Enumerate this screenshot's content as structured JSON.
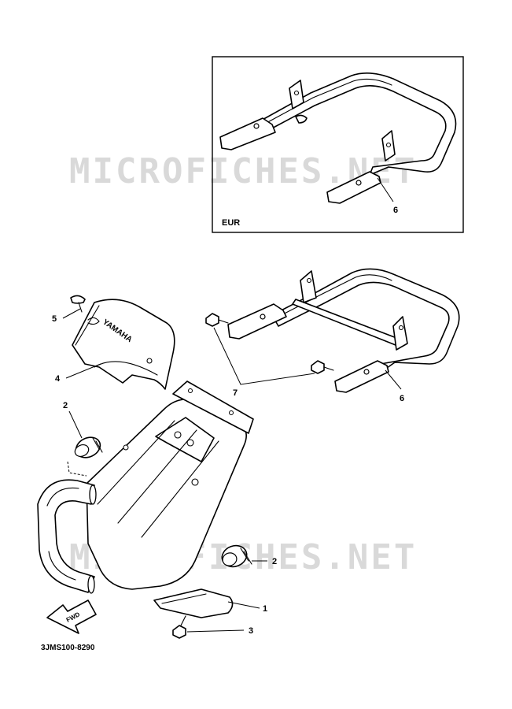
{
  "diagram": {
    "inset_label": "EUR",
    "part_number": "3JMS100-8290",
    "watermark": "MICROFICHES.NET",
    "fwd_label": "FWD",
    "cover_logo": "YAMAHA",
    "callouts": {
      "c1": "1",
      "c2a": "2",
      "c2b": "2",
      "c3": "3",
      "c4": "4",
      "c5": "5",
      "c6_inset": "6",
      "c6_main": "6",
      "c7": "7"
    }
  }
}
